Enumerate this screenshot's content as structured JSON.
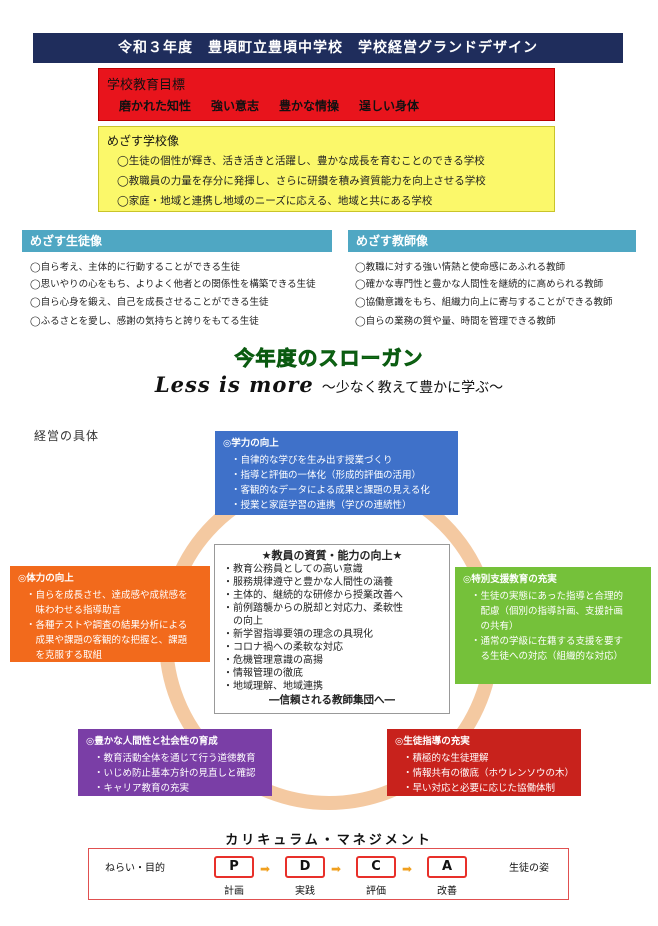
{
  "title": "令和３年度　豊頃町立豊頃中学校　学校経営グランドデザイン",
  "goal": {
    "label": "学校教育目標",
    "items": [
      "磨かれた知性",
      "強い意志",
      "豊かな情操",
      "逞しい身体"
    ]
  },
  "school_vision": {
    "label": "めざす学校像",
    "items": [
      "◯生徒の個性が輝き、活き活きと活躍し、豊かな成長を育むことのできる学校",
      "◯教職員の力量を存分に発揮し、さらに研鑽を積み資質能力を向上させる学校",
      "◯家庭・地域と連携し地域のニーズに応える、地域と共にある学校"
    ]
  },
  "student_vision": {
    "label": "めざす生徒像",
    "items": [
      "◯自ら考え、主体的に行動することができる生徒",
      "◯思いやりの心をもち、よりよく他者との関係性を構築できる生徒",
      "◯自ら心身を鍛え、自己を成長させることができる生徒",
      "◯ふるさとを愛し、感謝の気持ちと誇りをもてる生徒"
    ]
  },
  "teacher_vision": {
    "label": "めざす教師像",
    "items": [
      "◯教職に対する強い情熱と使命感にあふれる教師",
      "◯確かな専門性と豊かな人間性を継続的に高められる教師",
      "◯協働意識をもち、組織力向上に寄与することができる教師",
      "◯自らの業務の質や量、時間を管理できる教師"
    ]
  },
  "slogan": {
    "title": "今年度のスローガン",
    "main": "Less is more",
    "sub": "～少なく教えて豊かに学ぶ～"
  },
  "keiei_label": "経営の具体",
  "boxes": {
    "gaku": {
      "head": "◎学力の向上",
      "items": [
        "・自律的な学びを生み出す授業づくり",
        "・指導と評価の一体化（形成的評価の活用）",
        "・客観的なデータによる成果と課題の見える化",
        "・授業と家庭学習の連携（学びの連続性）"
      ]
    },
    "tai": {
      "head": "◎体力の向上",
      "items": [
        "・自らを成長させ、達成感や成就感を",
        "　味わわせる指導助言",
        "・各種テストや調査の結果分析による",
        "　成果や課題の客観的な把握と、課題",
        "　を克服する取組"
      ]
    },
    "toku": {
      "head": "◎特別支援教育の充実",
      "items": [
        "・生徒の実態にあった指導と合理的",
        "　配慮（個別の指導計画、支援計画",
        "　の共有）",
        "・通常の学級に在籍する支援を要す",
        "　る生徒への対応（組織的な対応）"
      ]
    },
    "yutaka": {
      "head": "◎豊かな人間性と社会性の育成",
      "items": [
        "・教育活動全体を通じて行う道徳教育",
        "・いじめ防止基本方針の見直しと確認",
        "・キャリア教育の充実"
      ]
    },
    "sei": {
      "head": "◎生徒指導の充実",
      "items": [
        "・積極的な生徒理解",
        "・情報共有の徹底（ホウレンソウの木）",
        "・早い対応と必要に応じた協働体制"
      ]
    }
  },
  "center": {
    "head": "★教員の資質・能力の向上★",
    "items": [
      "・教育公務員としての高い意識",
      "・服務規律遵守と豊かな人間性の涵養",
      "・主体的、継続的な研修から授業改善へ",
      "・前例踏襲からの脱却と対応力、柔軟性",
      "　の向上",
      "・新学習指導要領の理念の具現化",
      "・コロナ禍への柔軟な対応",
      "・危機管理意識の高揚",
      "・情報管理の徹底",
      "・地域理解、地域連携"
    ],
    "foot": "―信頼される教師集団へ―"
  },
  "curriculum": {
    "title": "カリキュラム・マネジメント",
    "aim": "ねらい・目的",
    "end": "生徒の姿",
    "steps": [
      {
        "letter": "P",
        "label": "計画"
      },
      {
        "letter": "D",
        "label": "実践"
      },
      {
        "letter": "C",
        "label": "評価"
      },
      {
        "letter": "A",
        "label": "改善"
      }
    ],
    "arrow": "➡"
  }
}
